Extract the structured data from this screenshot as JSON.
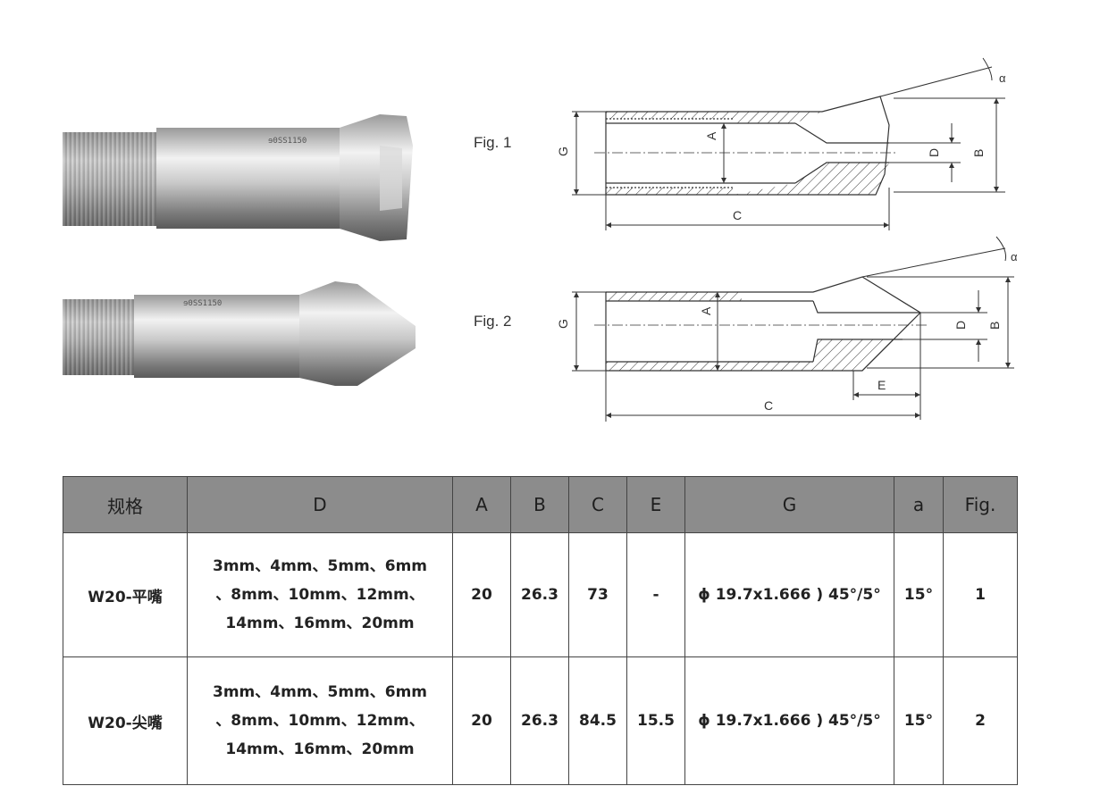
{
  "figures": {
    "fig1_label": "Fig. 1",
    "fig2_label": "Fig. 2",
    "dimension_letters": {
      "G": "G",
      "A": "A",
      "D": "D",
      "B": "B",
      "C": "C",
      "E": "E",
      "alpha": "α"
    }
  },
  "table": {
    "headers": [
      "规格",
      "D",
      "A",
      "B",
      "C",
      "E",
      "G",
      "a",
      "Fig."
    ],
    "rows": [
      {
        "spec": "W20-平嘴",
        "d_lines": [
          "3mm、4mm、5mm、6mm",
          "、8mm、10mm、12mm、",
          "14mm、16mm、20mm"
        ],
        "a": "20",
        "b": "26.3",
        "c": "73",
        "e": "-",
        "g": "ϕ 19.7x1.666 ) 45°/5°",
        "alpha": "15°",
        "fig": "1"
      },
      {
        "spec": "W20-尖嘴",
        "d_lines": [
          "3mm、4mm、5mm、6mm",
          "、8mm、10mm、12mm、",
          "14mm、16mm、20mm"
        ],
        "a": "20",
        "b": "26.3",
        "c": "84.5",
        "e": "15.5",
        "g": "ϕ 19.7x1.666 ) 45°/5°",
        "alpha": "15°",
        "fig": "2"
      }
    ]
  },
  "colors": {
    "header_bg": "#8c8c8c",
    "border": "#444444",
    "metal_light": "#e8e8e8",
    "metal_dark": "#8a8a8a"
  }
}
